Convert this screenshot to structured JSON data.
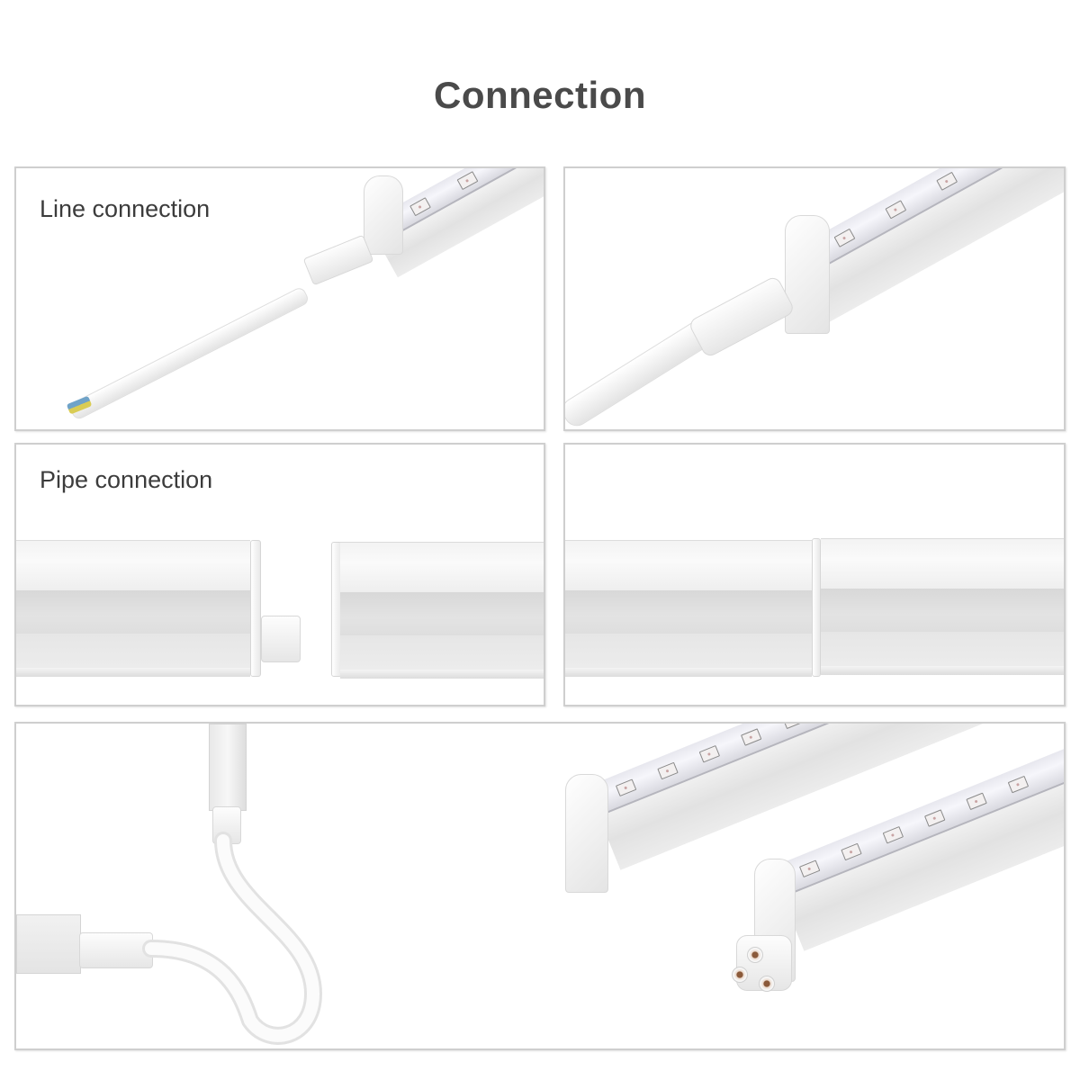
{
  "header": {
    "title": "Connection"
  },
  "panels": [
    {
      "id": "line-connection-separated",
      "label": "Line connection",
      "depicts": "LED tube end cap with loose power cable (blue/yellow wires) ready to plug in"
    },
    {
      "id": "line-connection-joined",
      "label": "",
      "depicts": "Power cable plugged into LED tube end cap"
    },
    {
      "id": "pipe-connection-separated",
      "label": "Pipe connection",
      "depicts": "Two tube fixtures side by side with a connector plug between them"
    },
    {
      "id": "pipe-connection-joined",
      "label": "",
      "depicts": "Two tube fixtures joined end to end"
    },
    {
      "id": "cable-linked-fixtures",
      "label": "",
      "depicts": "Two tubes linked by a flexible cable, plus two LED bars with end caps and a three-way connector"
    }
  ],
  "colors": {
    "title": "#4a4a4a",
    "label": "#3c3c3c",
    "panel_border": "#cfcfcf",
    "background": "#ffffff",
    "wire_blue": "#6fa3c8",
    "wire_yellow": "#d9cc54"
  }
}
